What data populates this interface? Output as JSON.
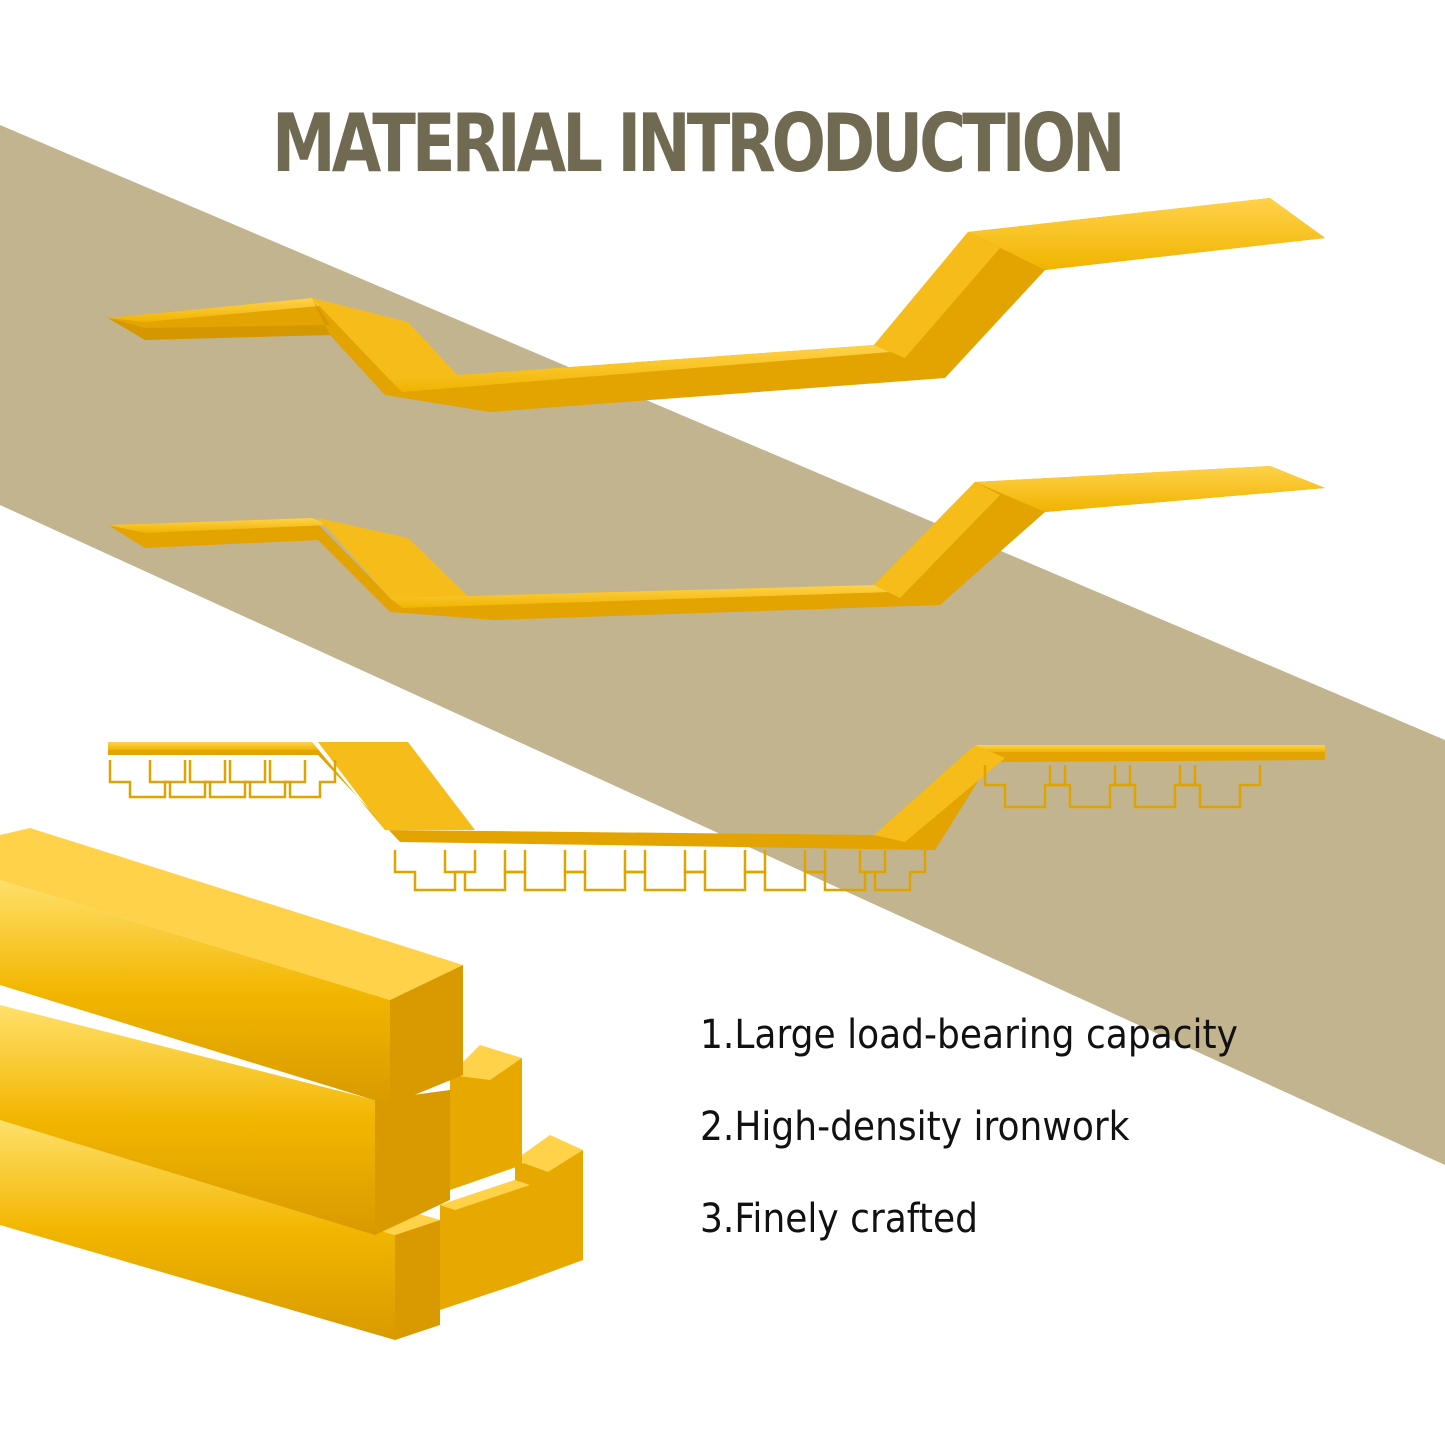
{
  "title": "MATERIAL INTRODUCTION",
  "features": [
    "1.Large load-bearing capacity",
    "2.High-density ironwork",
    "3.Finely crafted"
  ],
  "colors": {
    "title": "#716a52",
    "band": "#c2b48e",
    "gold": "#f0b400",
    "gold_dark": "#c98f00",
    "gold_light": "#ffd24a"
  },
  "icons": [
    "zigzag-shelf-icon",
    "zigzag-shelf-with-glass-rack-icon",
    "gold-bar-stack-icon"
  ]
}
